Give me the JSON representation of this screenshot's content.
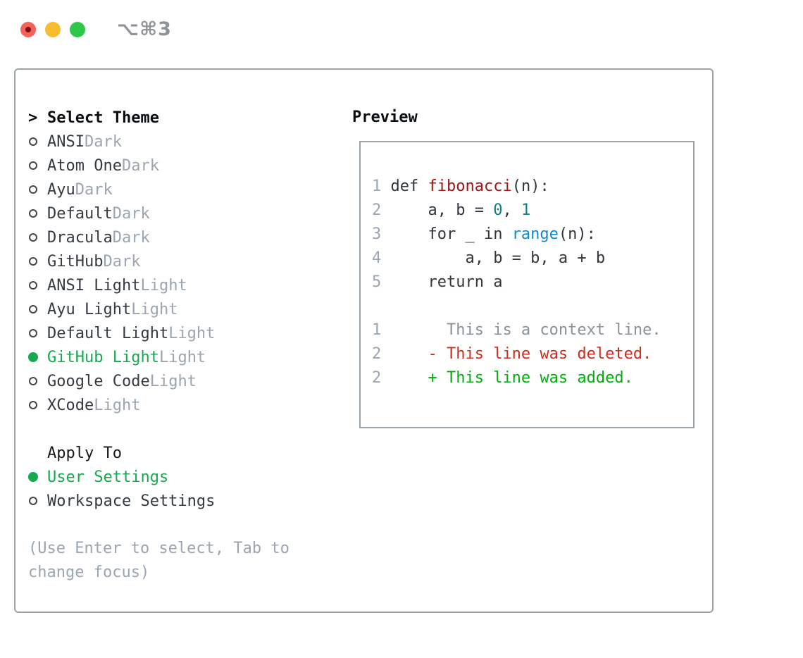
{
  "window": {
    "title": "⌥⌘3"
  },
  "colors": {
    "accent_green": "#17a94f",
    "added_green": "#00ae0e",
    "deleted_red": "#cb2e1d",
    "context_gray": "#8a9199",
    "function_red": "#a31515",
    "number_teal": "#0d8080",
    "builtin_blue": "#0e8ac8",
    "muted_gray": "#9aa5b1",
    "text_dark": "#30363d",
    "border_gray": "#9ba3ab",
    "traffic_red": "#f4605a",
    "traffic_yellow": "#f8bd2f",
    "traffic_green": "#30c64a"
  },
  "theme_panel": {
    "prompt": ">",
    "title": "Select Theme",
    "items": [
      {
        "name": "ANSI",
        "tag": "Dark",
        "selected": false
      },
      {
        "name": "Atom One",
        "tag": "Dark",
        "selected": false
      },
      {
        "name": "Ayu",
        "tag": "Dark",
        "selected": false
      },
      {
        "name": "Default",
        "tag": "Dark",
        "selected": false
      },
      {
        "name": "Dracula",
        "tag": "Dark",
        "selected": false
      },
      {
        "name": "GitHub",
        "tag": "Dark",
        "selected": false
      },
      {
        "name": "ANSI Light",
        "tag": "Light",
        "selected": false
      },
      {
        "name": "Ayu Light",
        "tag": "Light",
        "selected": false
      },
      {
        "name": "Default Light",
        "tag": "Light",
        "selected": false
      },
      {
        "name": "GitHub Light",
        "tag": "Light",
        "selected": true
      },
      {
        "name": "Google Code",
        "tag": "Light",
        "selected": false
      },
      {
        "name": "XCode",
        "tag": "Light",
        "selected": false
      }
    ],
    "apply_to": {
      "title": "Apply To",
      "options": [
        {
          "name": "User Settings",
          "selected": true
        },
        {
          "name": "Workspace Settings",
          "selected": false
        }
      ]
    },
    "hint": "(Use Enter to select, Tab to change focus)"
  },
  "preview": {
    "title": "Preview",
    "lines": [
      {
        "num": "1",
        "segments": [
          {
            "text": "def ",
            "color": "code"
          },
          {
            "text": "fibonacci",
            "color": "function"
          },
          {
            "text": "(n):",
            "color": "code"
          }
        ]
      },
      {
        "num": "2",
        "segments": [
          {
            "text": "    a, b = ",
            "color": "code"
          },
          {
            "text": "0",
            "color": "number"
          },
          {
            "text": ", ",
            "color": "code"
          },
          {
            "text": "1",
            "color": "number"
          }
        ]
      },
      {
        "num": "3",
        "segments": [
          {
            "text": "    for _ in ",
            "color": "code"
          },
          {
            "text": "range",
            "color": "builtin"
          },
          {
            "text": "(n):",
            "color": "code"
          }
        ]
      },
      {
        "num": "4",
        "segments": [
          {
            "text": "        a, b = b, a + b",
            "color": "code"
          }
        ]
      },
      {
        "num": "5",
        "segments": [
          {
            "text": "    return a",
            "color": "code"
          }
        ]
      },
      {
        "num": "",
        "segments": []
      },
      {
        "num": "1",
        "segments": [
          {
            "text": "      This is a context line.",
            "color": "context"
          }
        ]
      },
      {
        "num": "2",
        "segments": [
          {
            "text": "    - This line was deleted.",
            "color": "deleted"
          }
        ]
      },
      {
        "num": "2",
        "segments": [
          {
            "text": "    + This line was added.",
            "color": "added"
          }
        ]
      }
    ]
  }
}
